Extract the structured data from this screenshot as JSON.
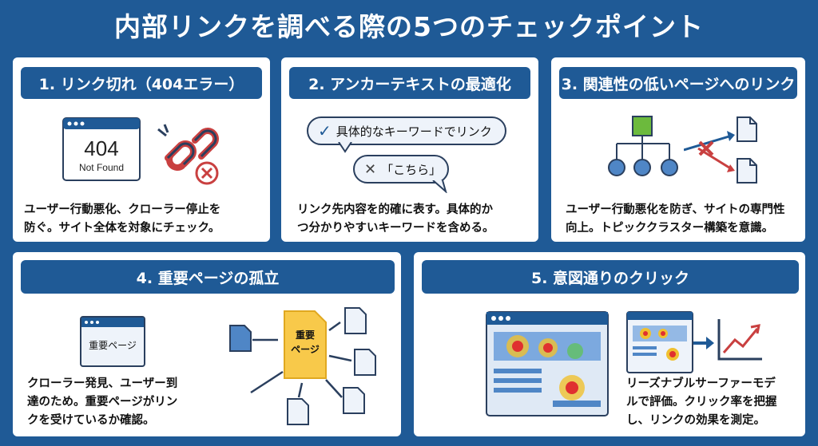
{
  "title": "内部リンクを調べる際の5つのチェックポイント",
  "colors": {
    "primary": "#1f5a96",
    "danger": "#c94040",
    "accent_green": "#6cba3d",
    "node_blue": "#4f86c6",
    "highlight_yellow": "#f8c94a"
  },
  "panels": [
    {
      "heading": "1. リンク切れ（404エラー）",
      "browser_code": "404",
      "browser_message": "Not Found",
      "icons": [
        "browser-window-icon",
        "broken-link-icon",
        "error-x-icon"
      ],
      "desc_line1": "ユーザー行動悪化、クローラー停止を",
      "desc_line2": "防ぐ。サイト全体を対象にチェック。"
    },
    {
      "heading": "2. アンカーテキストの最適化",
      "good_bubble": "具体的なキーワードでリンク",
      "bad_bubble": "「こちら」",
      "icons": [
        "check-icon",
        "cross-icon",
        "speech-bubble-icon"
      ],
      "desc_line1": "リンク先内容を的確に表す。具体的か",
      "desc_line2": "つ分かりやすいキーワードを含める。"
    },
    {
      "heading": "3. 関連性の低いページへのリンク",
      "icons": [
        "tree-diagram-icon",
        "document-icon",
        "blocked-arrow-icon"
      ],
      "desc_line1": "ユーザー行動悪化を防ぎ、サイトの専門性",
      "desc_line2": "向上。トピッククラスター構築を意識。"
    },
    {
      "heading": "4. 重要ページの孤立",
      "window_label": "重要ページ",
      "highlight_doc_line1": "重要",
      "highlight_doc_line2": "ページ",
      "icons": [
        "browser-window-icon",
        "document-icon",
        "arrow-icon"
      ],
      "desc_line1": "クローラー発見、ユーザー到",
      "desc_line2": "達のため。重要ページがリン",
      "desc_line3": "クを受けているか確認。"
    },
    {
      "heading": "5. 意図通りのクリック",
      "icons": [
        "heatmap-window-icon",
        "growth-chart-icon",
        "arrow-icon"
      ],
      "desc_line1": "リーズナブルサーファーモデ",
      "desc_line2": "ルで評価。クリック率を把握",
      "desc_line3": "し、リンクの効果を測定。"
    }
  ]
}
